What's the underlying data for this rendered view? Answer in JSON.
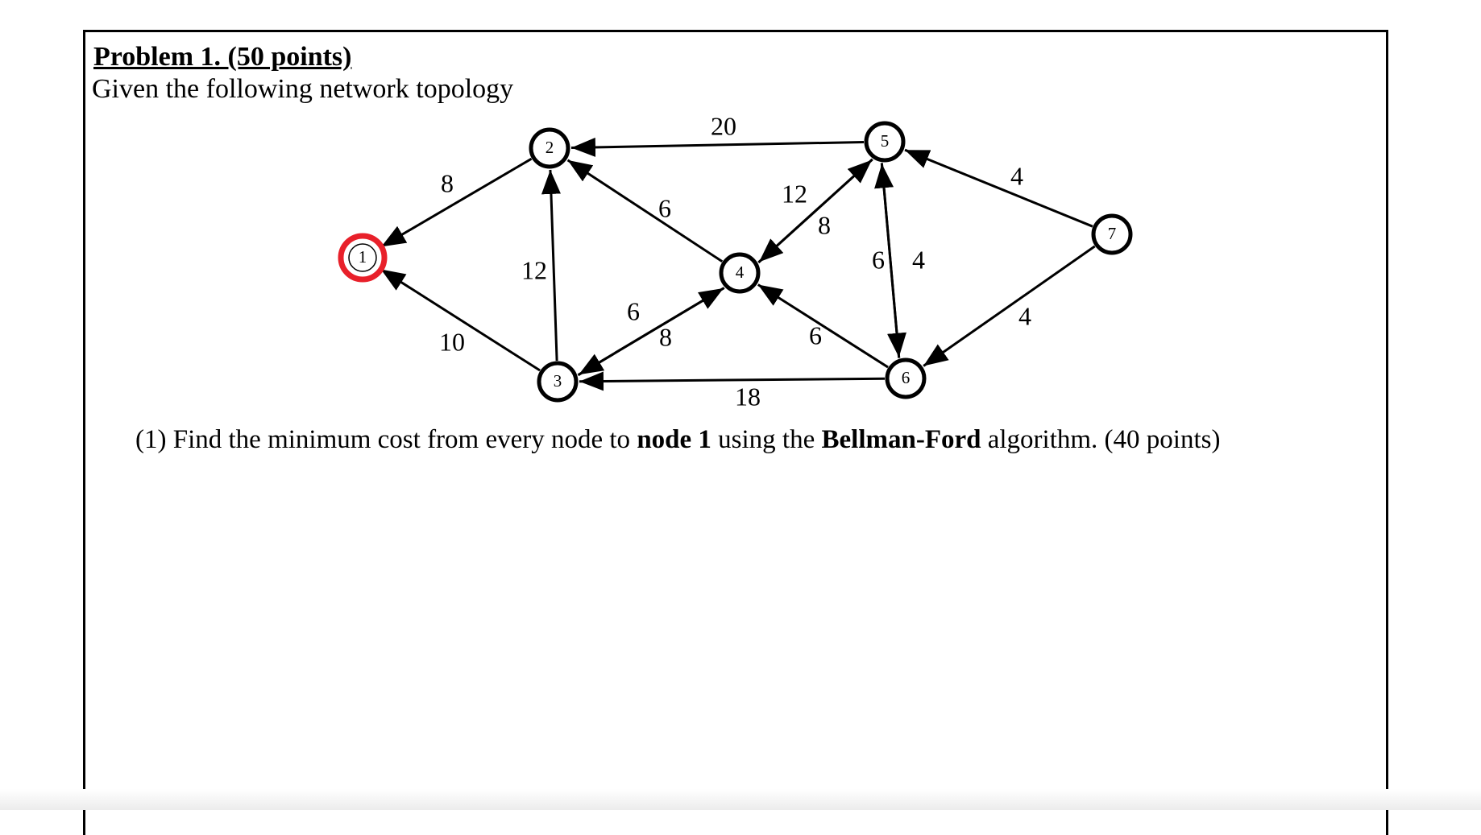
{
  "problem": {
    "title": "Problem 1. (50 points)",
    "subtitle": "Given the following network topology",
    "question": {
      "prefix": "(1) Find the minimum cost from every node to ",
      "bold1": "node 1",
      "mid": " using the ",
      "bold2": "Bellman-Ford",
      "suffix": " algorithm.  (40 points)"
    }
  },
  "graph": {
    "highlight_color": "#e8202a",
    "nodes": [
      {
        "id": "1",
        "label": "1",
        "highlighted": true
      },
      {
        "id": "2",
        "label": "2"
      },
      {
        "id": "3",
        "label": "3"
      },
      {
        "id": "4",
        "label": "4"
      },
      {
        "id": "5",
        "label": "5"
      },
      {
        "id": "6",
        "label": "6"
      },
      {
        "id": "7",
        "label": "7"
      }
    ],
    "edges": [
      {
        "from": "2",
        "to": "1",
        "weight": "8"
      },
      {
        "from": "3",
        "to": "1",
        "weight": "10"
      },
      {
        "from": "3",
        "to": "2",
        "weight": "12"
      },
      {
        "from": "5",
        "to": "2",
        "weight": "20"
      },
      {
        "from": "4",
        "to": "2",
        "weight": "6"
      },
      {
        "from": "3",
        "to": "4",
        "weight": "6"
      },
      {
        "from": "4",
        "to": "3",
        "weight": "8"
      },
      {
        "from": "5",
        "to": "4",
        "weight": "12"
      },
      {
        "from": "4",
        "to": "5",
        "weight": "8"
      },
      {
        "from": "6",
        "to": "5",
        "weight": "6"
      },
      {
        "from": "5",
        "to": "6",
        "weight": "4"
      },
      {
        "from": "6",
        "to": "4",
        "weight": "6"
      },
      {
        "from": "6",
        "to": "3",
        "weight": "18"
      },
      {
        "from": "7",
        "to": "5",
        "weight": "4"
      },
      {
        "from": "7",
        "to": "6",
        "weight": "4"
      }
    ]
  }
}
